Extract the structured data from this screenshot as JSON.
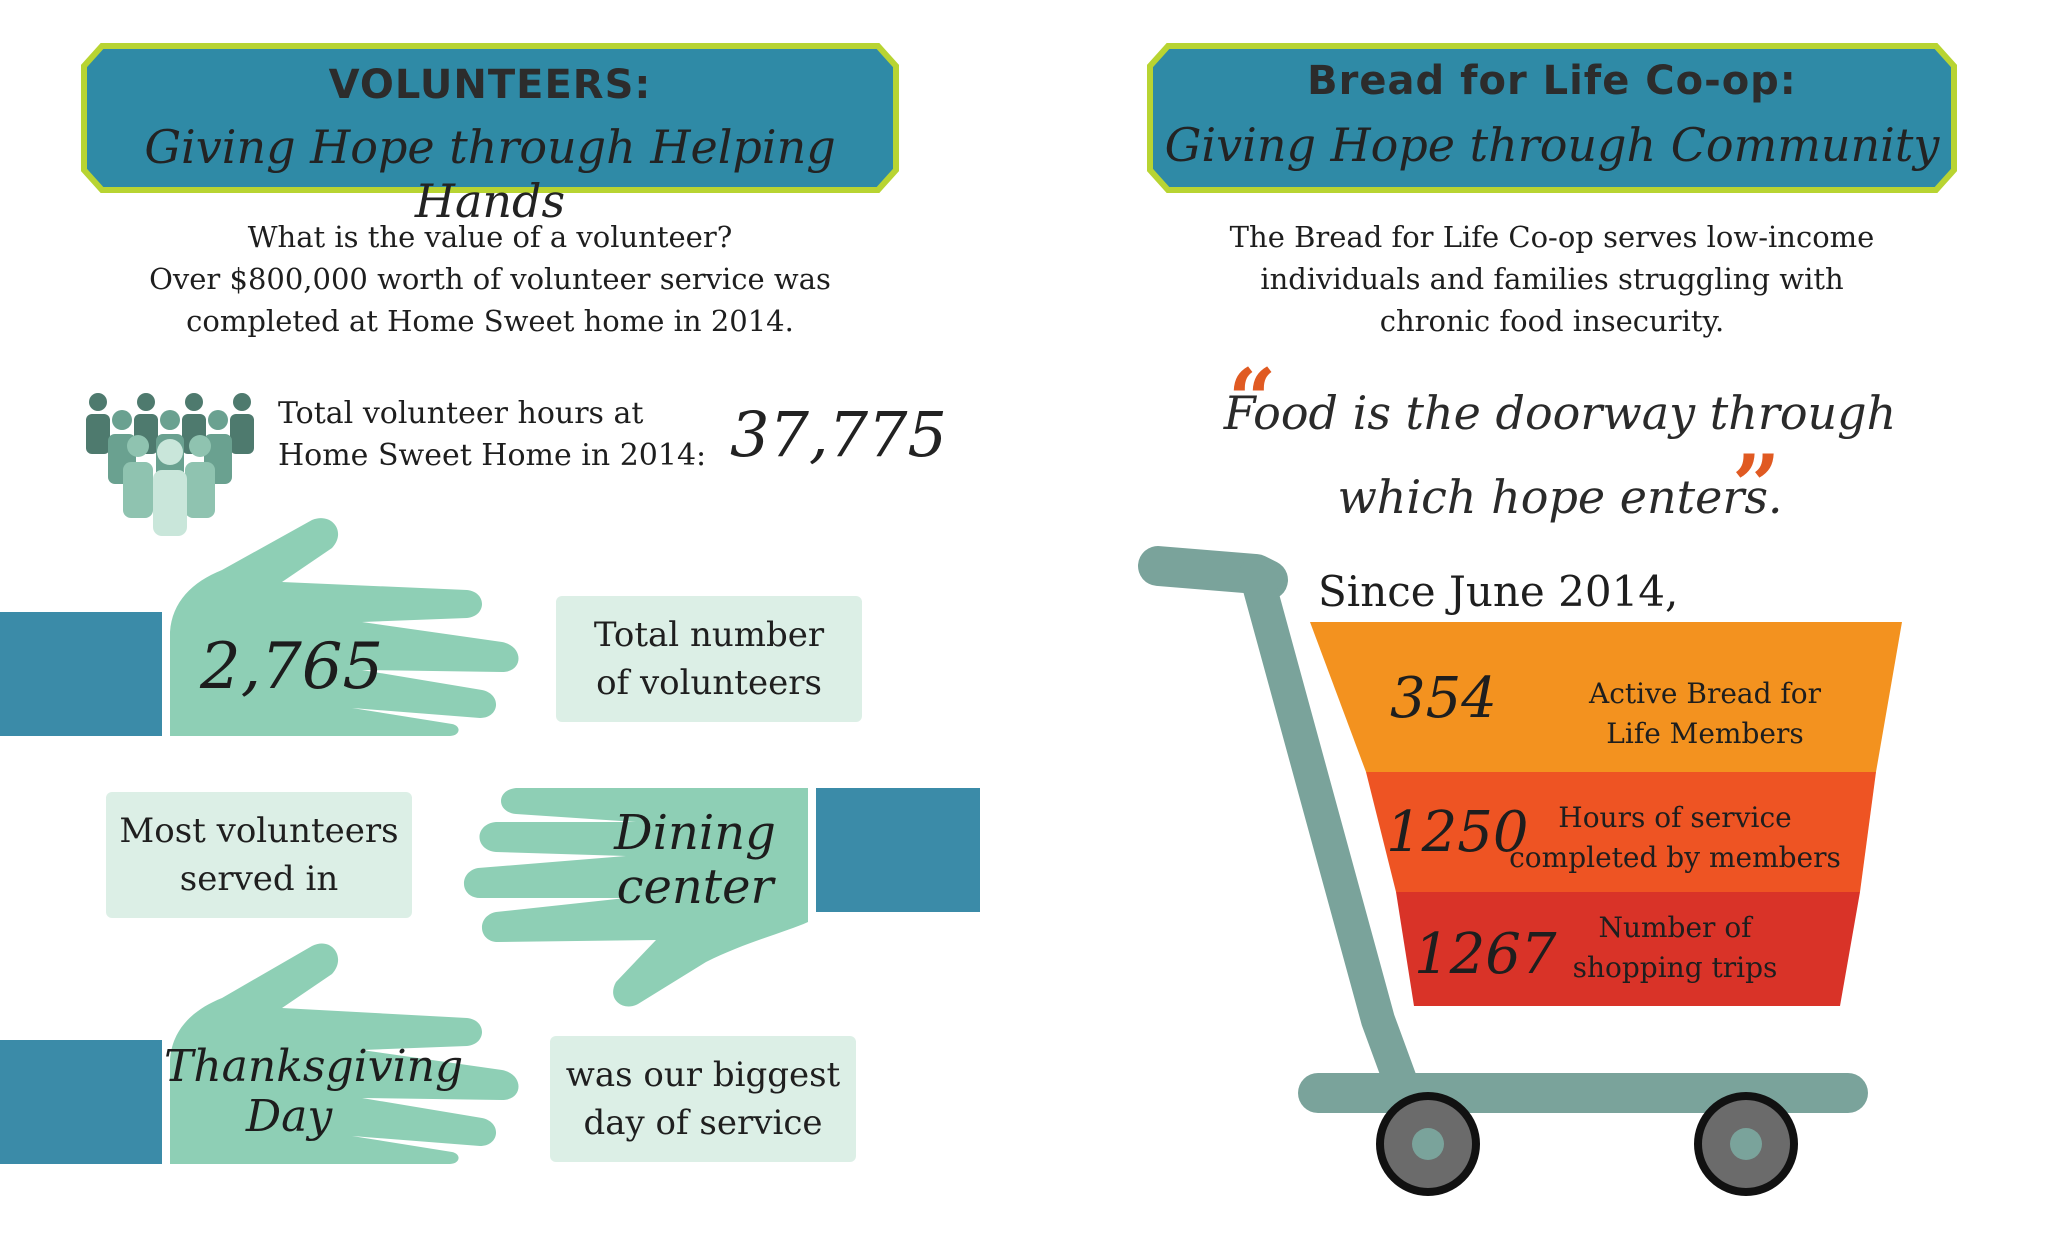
{
  "colors": {
    "banner_fill": "#2f8aa6",
    "banner_border": "#b8d432",
    "hand": "#8ecfb5",
    "sleeve": "#3b8ba8",
    "box": "#dcefe6",
    "cart": "#7aa39b",
    "band1": "#f3921f",
    "band2": "#ee5423",
    "band3": "#d93328",
    "quote_mark": "#e05a22"
  },
  "left": {
    "title": "VOLUNTEERS:",
    "subtitle": "Giving Hope through Helping Hands",
    "intro": {
      "line1": "What is the value of a volunteer?",
      "line2": "Over $800,000 worth of volunteer service was",
      "line3": "completed at Home Sweet home in 2014."
    },
    "hours": {
      "label_line1": "Total volunteer hours at",
      "label_line2": "Home Sweet Home in 2014:",
      "value": "37,775"
    },
    "total_volunteers": {
      "value": "2,765",
      "label_line1": "Total number",
      "label_line2": "of volunteers"
    },
    "most_served": {
      "label_line1": "Most volunteers",
      "label_line2": "served in",
      "value_line1": "Dining",
      "value_line2": "center"
    },
    "biggest_day": {
      "value_line1": "Thanksgiving",
      "value_line2": "Day",
      "label_line1": "was our biggest",
      "label_line2": "day of service"
    }
  },
  "right": {
    "title": "Bread for Life Co-op:",
    "subtitle": "Giving Hope through Community",
    "intro": {
      "line1": "The Bread for Life Co-op serves low-income",
      "line2": "individuals and families struggling with",
      "line3": "chronic food insecurity."
    },
    "quote": {
      "line1": "Food is the doorway through",
      "line2": "which hope enters.",
      "open_mark": "“",
      "close_mark": "”"
    },
    "since": "Since June 2014,",
    "stats": [
      {
        "value": "354",
        "label_line1": "Active Bread for",
        "label_line2": "Life Members"
      },
      {
        "value": "1250",
        "label_line1": "Hours of service",
        "label_line2": "completed by members"
      },
      {
        "value": "1267",
        "label_line1": "Number of",
        "label_line2": "shopping trips"
      }
    ]
  }
}
